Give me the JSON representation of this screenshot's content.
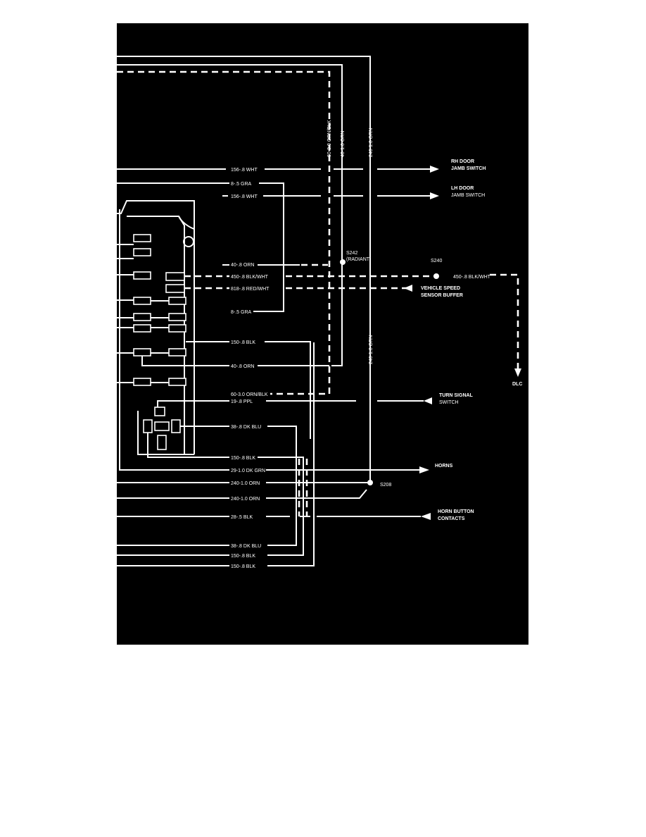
{
  "diagram": {
    "background": "#000000",
    "line_color": "#ffffff",
    "wires": {
      "w1": "156-.8 WHT",
      "w2": "8-.5 GRA",
      "w3": "156-.8 WHT",
      "w4": "40-.8 ORN",
      "w5": "450-.8 BLK/WHT",
      "w6": "818-.8 RED/WHT",
      "w7": "8-.5 GRA",
      "w8": "150-.8 BLK",
      "w9": "40-.8 ORN",
      "w10": "60-3.0 ORN/BLK",
      "w11": "19-.8 PPL",
      "w12": "38-.8 DK BLU",
      "w13": "150-.8 BLK",
      "w14": "29-1.0 DK GRN",
      "w15": "240-1.0 ORN",
      "w16": "240-1.0 ORN",
      "w17": "28-.5 BLK",
      "w18": "38-.8 DK BLU",
      "w19": "150-.8 BLK",
      "w20": "150-.8 BLK",
      "w21": "450-.8 BLK/WHT"
    },
    "vertical_labels": {
      "v1": "60-3.0 ORN/BLK",
      "v2": "40-1.0 ORN",
      "v3": "240-1.0 ORN",
      "v4": "240-1.0 ORN"
    },
    "splices": {
      "s242": "S242",
      "s242_note": "(RADIANT)",
      "s240": "S240",
      "s208": "S208"
    },
    "destinations": {
      "rh_door_1": "RH DOOR",
      "rh_door_2": "JAMB SWITCH",
      "lh_door_1": "LH DOOR",
      "lh_door_2": "JAMB SWITCH",
      "vss_1": "VEHICLE SPEED",
      "vss_2": "SENSOR BUFFER",
      "dlc": "DLC",
      "turn_1": "TURN SIGNAL",
      "turn_2": "SWITCH",
      "horns": "HORNS",
      "horn_btn_1": "HORN BUTTON",
      "horn_btn_2": "CONTACTS"
    }
  }
}
